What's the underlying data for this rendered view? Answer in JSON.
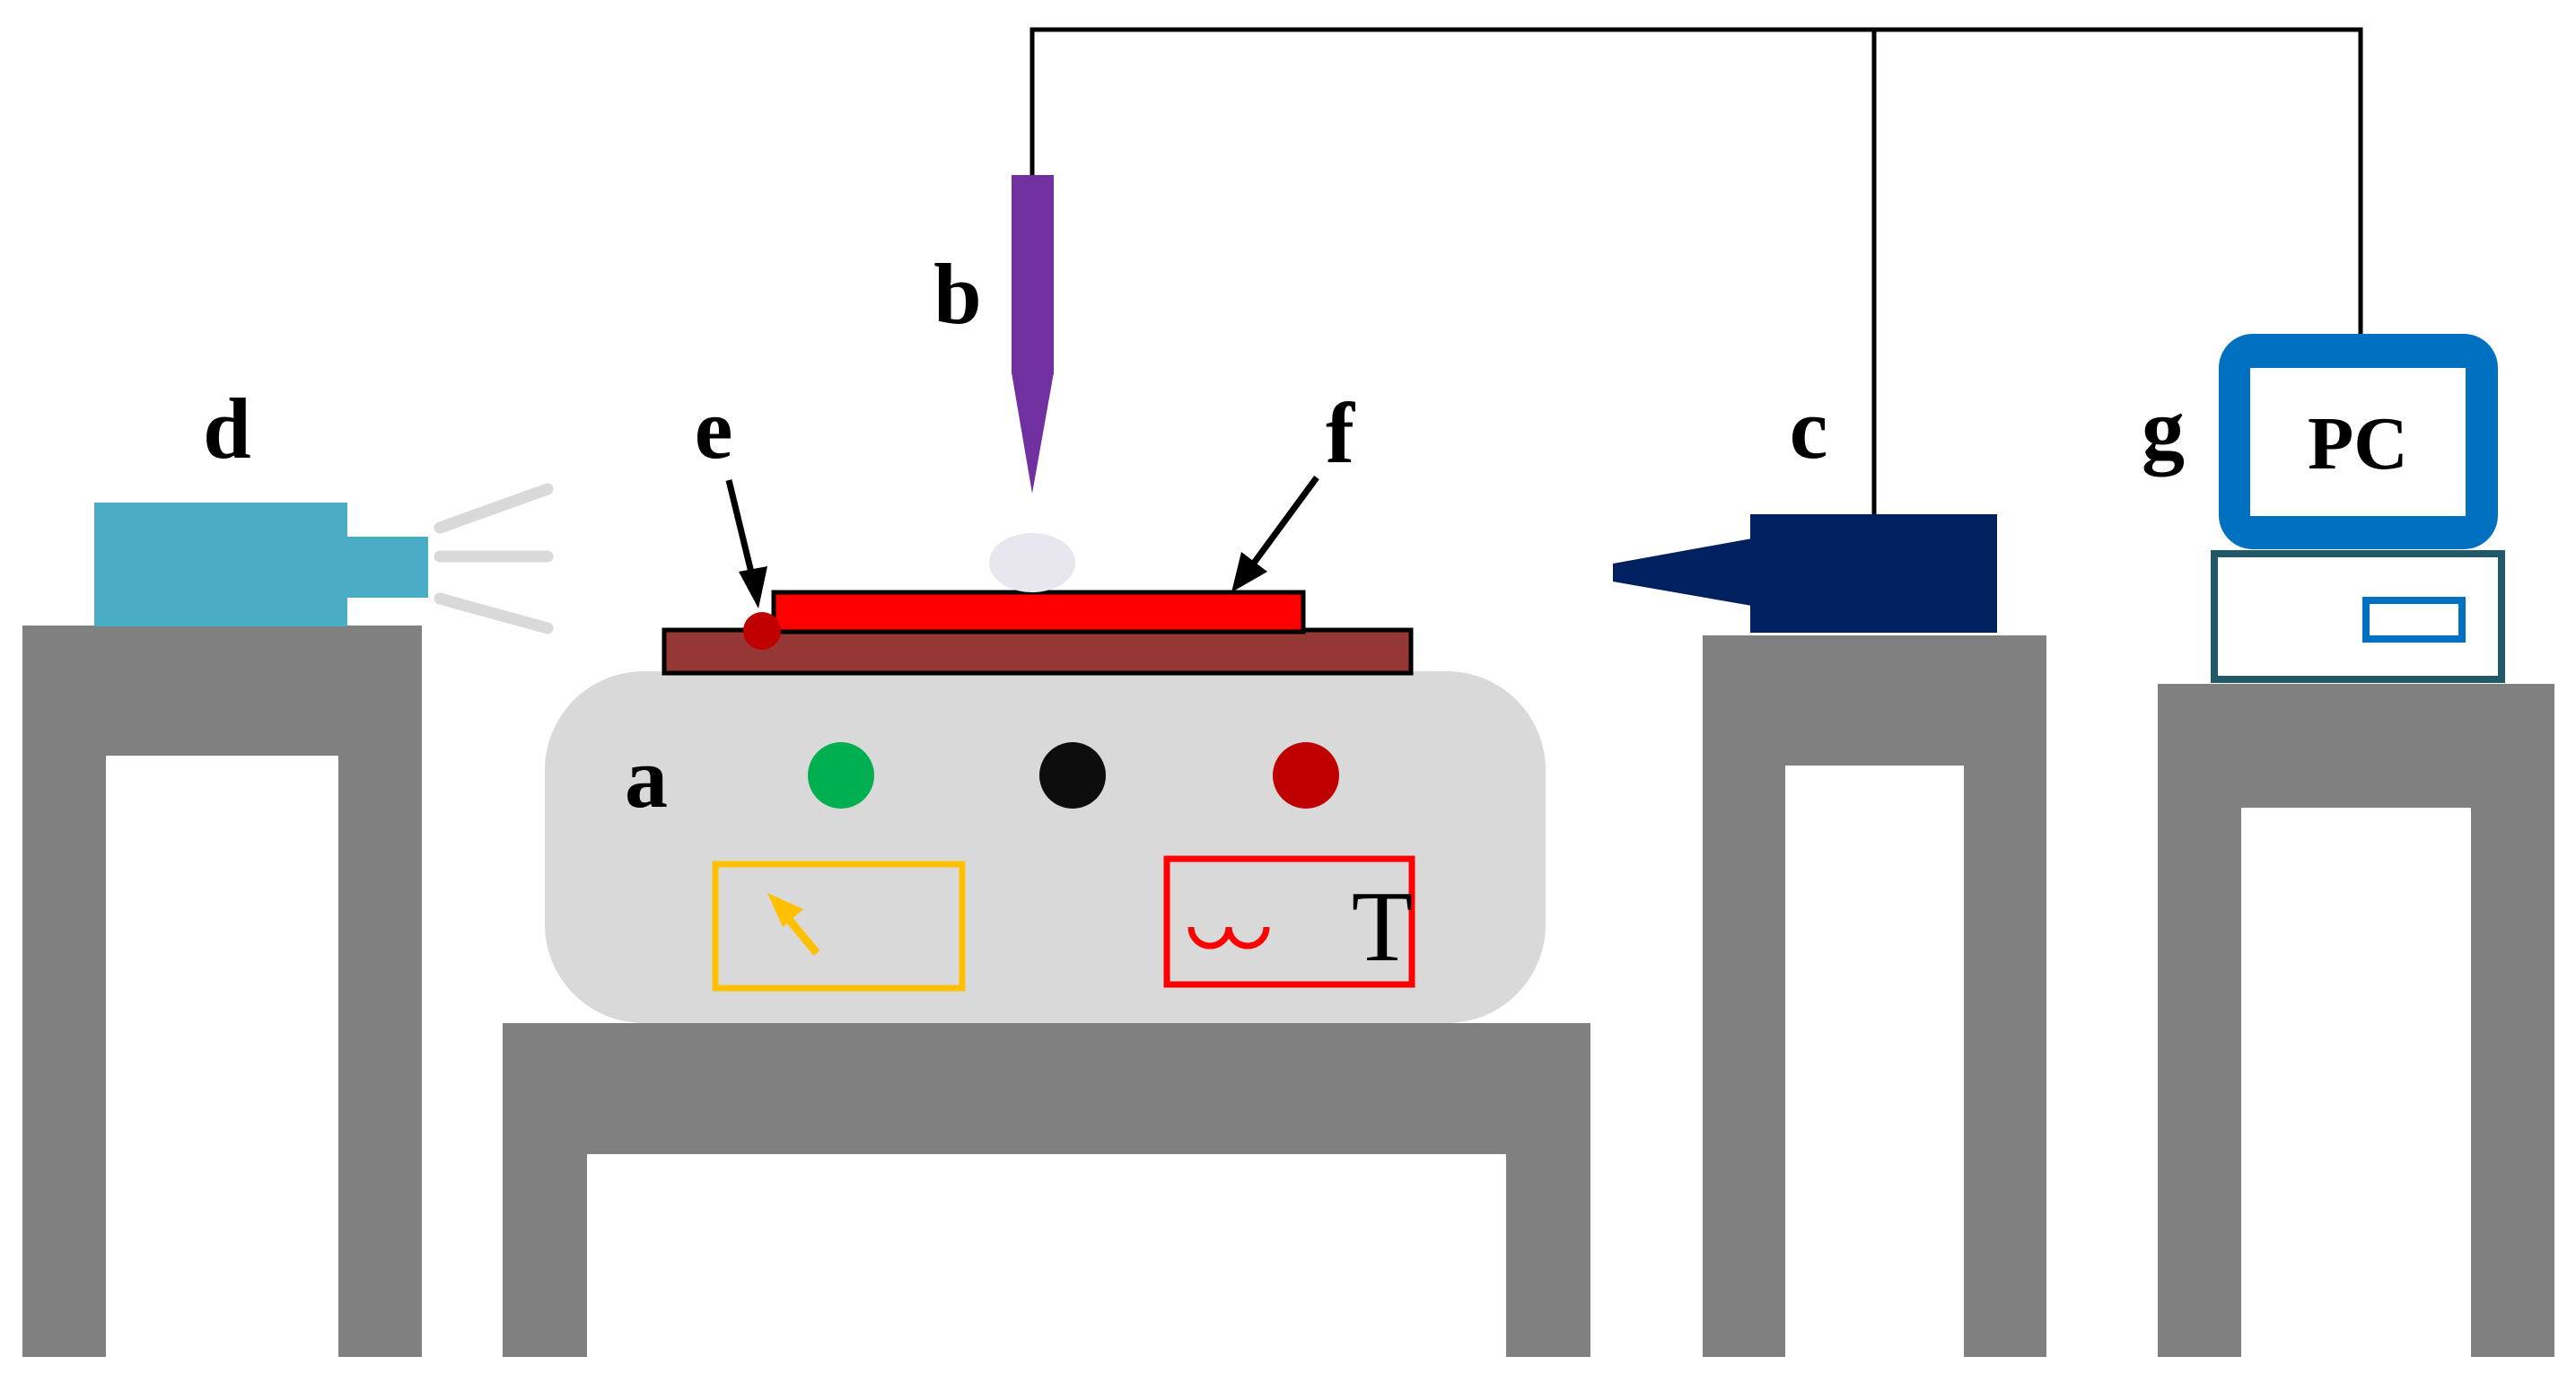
{
  "labels": {
    "a": "a",
    "b": "b",
    "c": "c",
    "d": "d",
    "e": "e",
    "f": "f",
    "g": "g"
  },
  "pc_text": "PC",
  "temperature_text": "T",
  "colors": {
    "table": "#808080",
    "stage_body": "#d9d9d9",
    "substrate_base": "#953735",
    "heated_plate": "#ff0000",
    "thermocouple": "#c00000",
    "droplet": "#e8e6ee",
    "syringe_needle": "#7030a0",
    "camera": "#002060",
    "light_source": "#4bacc6",
    "light_rays": "#d9d9d9",
    "monitor": "#0070c0",
    "pc_case": "#215968",
    "indicator_green": "#00b050",
    "indicator_black": "#0d0d0d",
    "indicator_red": "#c00000",
    "yellow_panel": "#ffc000",
    "red_panel": "#ff0000"
  }
}
